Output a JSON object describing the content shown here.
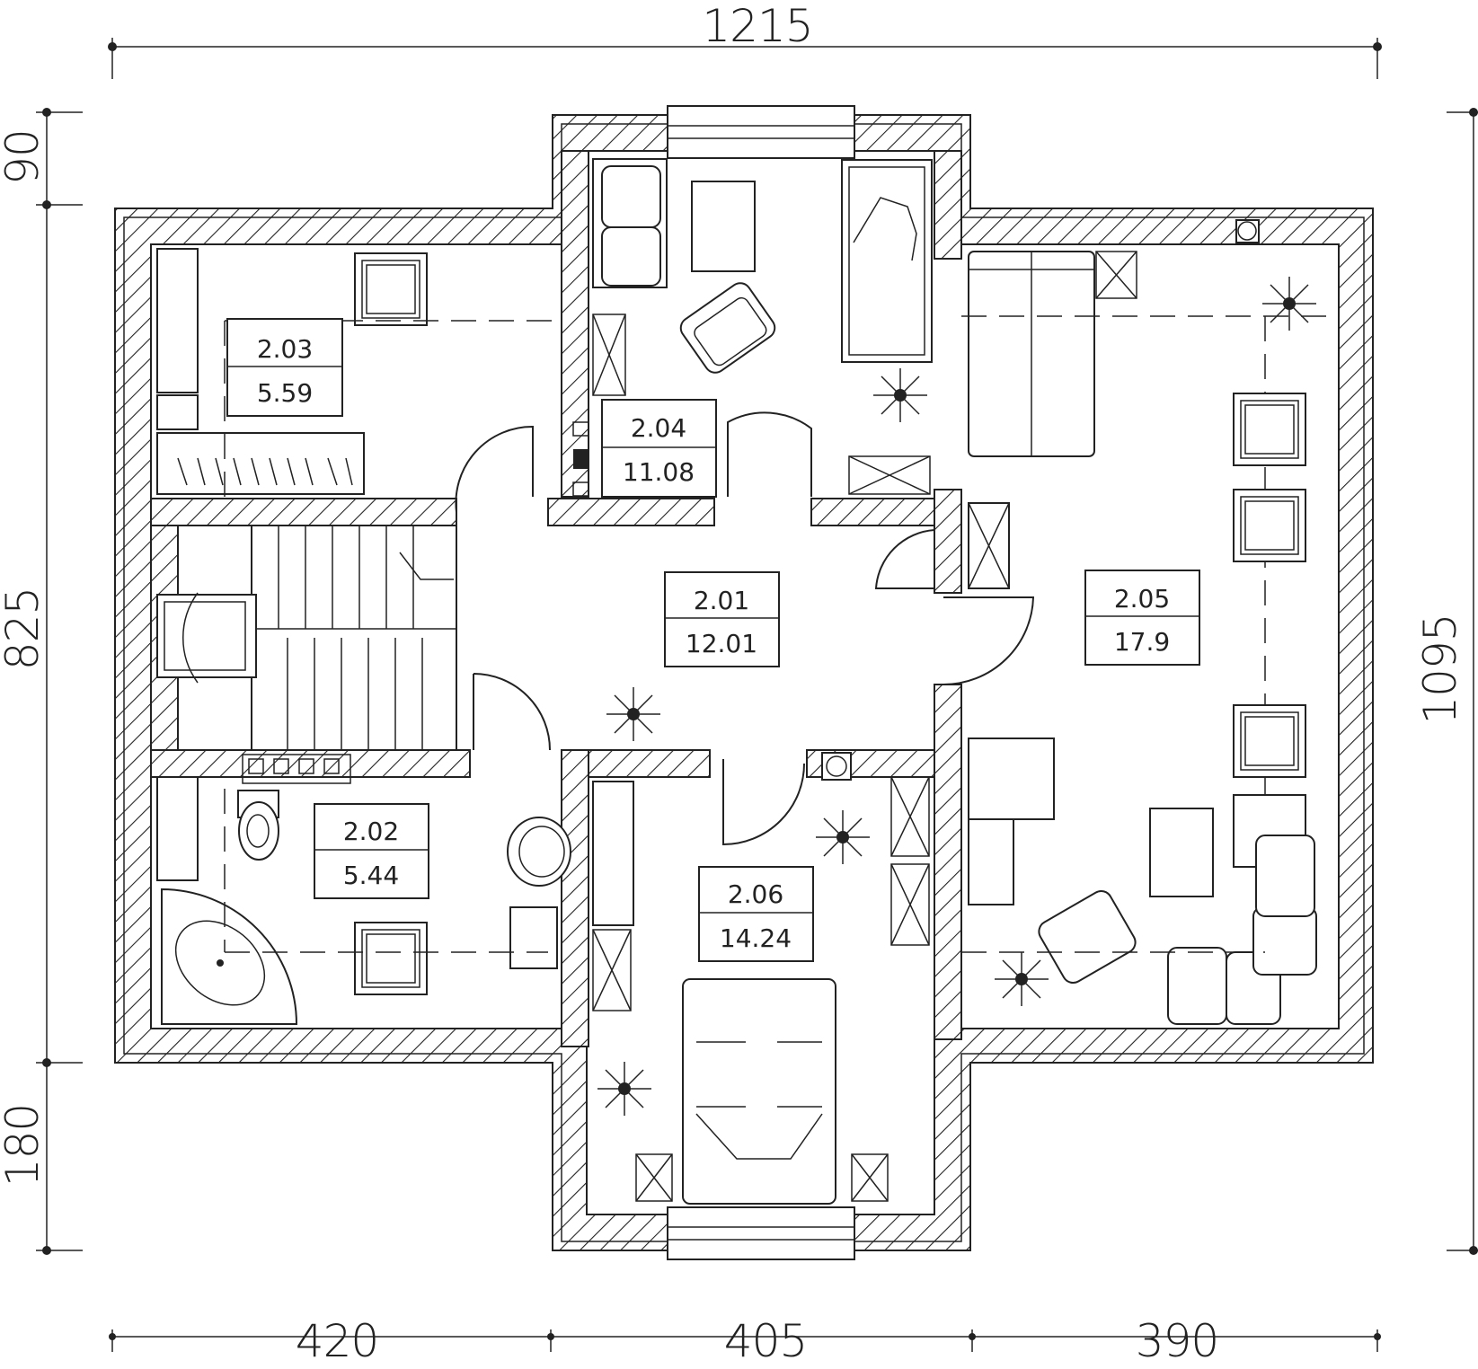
{
  "dimensions": {
    "top_total": "1215",
    "bottom": [
      "420",
      "405",
      "390"
    ],
    "left": [
      "90",
      "825",
      "180"
    ],
    "right": "1095"
  },
  "rooms": [
    {
      "id": "2.01",
      "area": "12.01"
    },
    {
      "id": "2.02",
      "area": "5.44"
    },
    {
      "id": "2.03",
      "area": "5.59"
    },
    {
      "id": "2.04",
      "area": "11.08"
    },
    {
      "id": "2.05",
      "area": "17.9"
    },
    {
      "id": "2.06",
      "area": "14.24"
    }
  ]
}
